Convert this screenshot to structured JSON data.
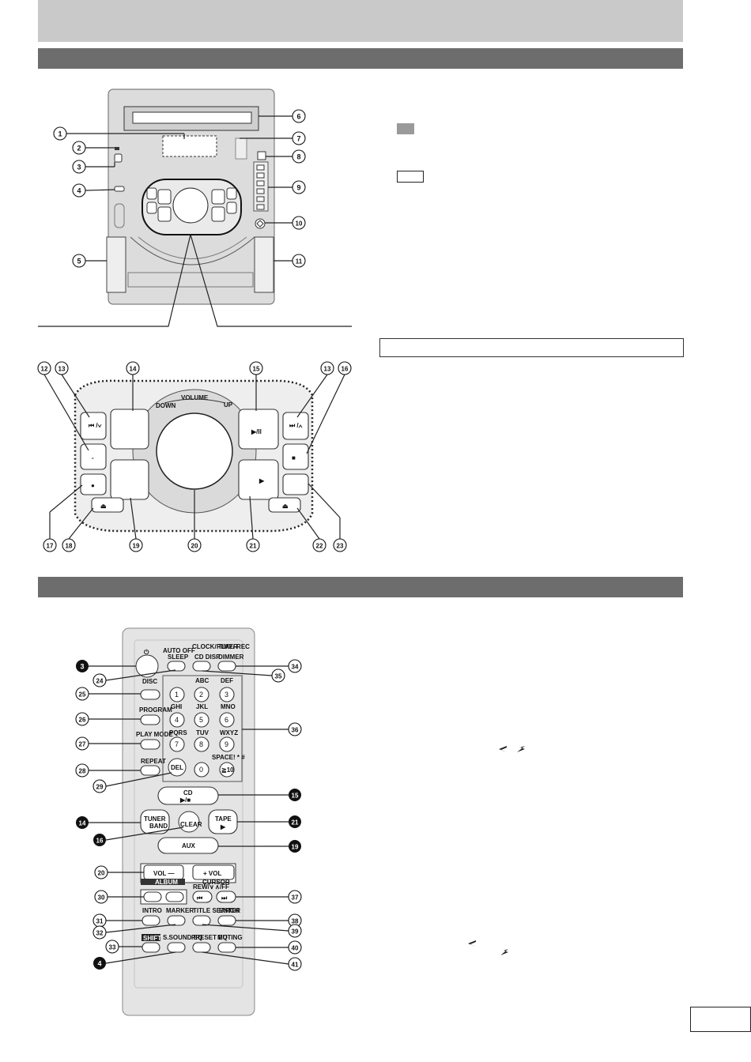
{
  "main_unit": {
    "callouts": [
      "1",
      "2",
      "3",
      "4",
      "5",
      "6",
      "7",
      "8",
      "9",
      "10",
      "11"
    ]
  },
  "control_panel": {
    "callouts": [
      "12",
      "13",
      "14",
      "15",
      "13",
      "16",
      "17",
      "18",
      "19",
      "20",
      "21",
      "22",
      "23"
    ],
    "volume_label": "VOLUME",
    "down_label": "DOWN",
    "up_label": "UP",
    "prev_button": "⏮ /∨",
    "next_button": "⏭ /∧",
    "play_pause_symbol": "▶/II",
    "stop_symbol": "■",
    "play_symbol": "▶",
    "eject_symbol": "⏏",
    "record_symbol": "●",
    "minus_symbol": "-"
  },
  "remote": {
    "callouts_left": [
      "3",
      "24",
      "25",
      "26",
      "27",
      "28",
      "29",
      "14",
      "16",
      "20",
      "30",
      "31",
      "32",
      "33",
      "4"
    ],
    "callouts_right": [
      "34",
      "35",
      "36",
      "15",
      "21",
      "19",
      "37",
      "38",
      "39",
      "40",
      "41"
    ],
    "labels": {
      "power": "⏻",
      "auto_off": "AUTO OFF",
      "sleep": "SLEEP",
      "clock_timer": "CLOCK/ TIMER",
      "cd_disp": "CD DISP",
      "play_rec": "PLAY/ REC",
      "dimmer": "DIMMER",
      "disc": "DISC",
      "program": "PROGRAM",
      "play_mode": "PLAY MODE",
      "repeat": "REPEAT",
      "del": "DEL",
      "abc": "ABC",
      "def": "DEF",
      "ghi": "GHI",
      "jkl": "JKL",
      "mno": "MNO",
      "pqrs": "PQRS",
      "tuv": "TUV",
      "wxyz": "WXYZ",
      "space": "SPACE! * #",
      "n1": "1",
      "n2": "2",
      "n3": "3",
      "n4": "4",
      "n5": "5",
      "n6": "6",
      "n7": "7",
      "n8": "8",
      "n9": "9",
      "n0": "0",
      "n10": "≧10",
      "cd": "CD",
      "cd_sym": "▶/■",
      "tuner": "TUNER",
      "band": "BAND",
      "clear": "CLEAR",
      "tape": "TAPE",
      "tape_sym": "▶",
      "aux": "AUX",
      "vol_minus": "VOL —",
      "vol_plus": "+ VOL",
      "album": "ALBUM",
      "cursor": "CURSOR",
      "rew": "REW/∨",
      "ff": "∧/FF",
      "rew_sym": "⏮",
      "ff_sym": "⏭",
      "intro": "INTRO",
      "marker": "MARKER",
      "title_search": "TITLE SEARCH",
      "enter": "ENTER",
      "shift": "SHIFT",
      "s_sound_eq": "S.SOUND EQ",
      "preset_eq": "PRESET EQ",
      "muting": "MUTING"
    }
  }
}
